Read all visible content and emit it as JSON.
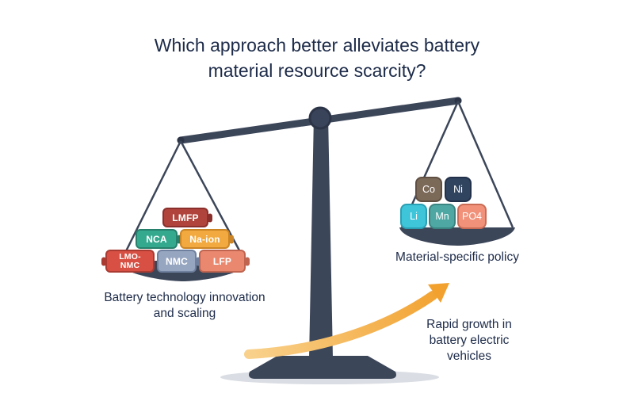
{
  "title": "Which approach better alleviates battery material resource scarcity?",
  "colors": {
    "text_dark": "#1d2b49",
    "scale_body": "#3c4659",
    "scale_dark": "#2c3547",
    "base_shadow": "#dadde3",
    "arrow_light": "#f9d18c",
    "arrow_deep": "#f2a12e"
  },
  "left_pan": {
    "label": "Battery technology innovation and scaling",
    "batteries": [
      {
        "label": "LMFP",
        "fill": "#b0443c",
        "dark": "#8a2f2b"
      },
      {
        "label": "NCA",
        "fill": "#35a98e",
        "dark": "#27806c"
      },
      {
        "label": "Na-ion",
        "fill": "#f2a93f",
        "dark": "#cc8526"
      },
      {
        "label": "LMO-\nNMC",
        "fill": "#d85043",
        "dark": "#a93b32"
      },
      {
        "label": "NMC",
        "fill": "#97a6c0",
        "dark": "#6f809e"
      },
      {
        "label": "LFP",
        "fill": "#e9886f",
        "dark": "#c06450"
      }
    ]
  },
  "right_pan": {
    "label": "Material-specific policy",
    "elements": [
      {
        "label": "Co",
        "fill": "#7c6a59",
        "dark": "#5f4f42"
      },
      {
        "label": "Ni",
        "fill": "#31445f",
        "dark": "#22304a"
      },
      {
        "label": "Li",
        "fill": "#3fc5da",
        "dark": "#2a9fb4"
      },
      {
        "label": "Mn",
        "fill": "#4ea7a3",
        "dark": "#3a8481"
      },
      {
        "label": "PO4",
        "fill": "#f19179",
        "dark": "#c96b55"
      }
    ]
  },
  "arrow_label": "Rapid growth in battery electric vehicles"
}
